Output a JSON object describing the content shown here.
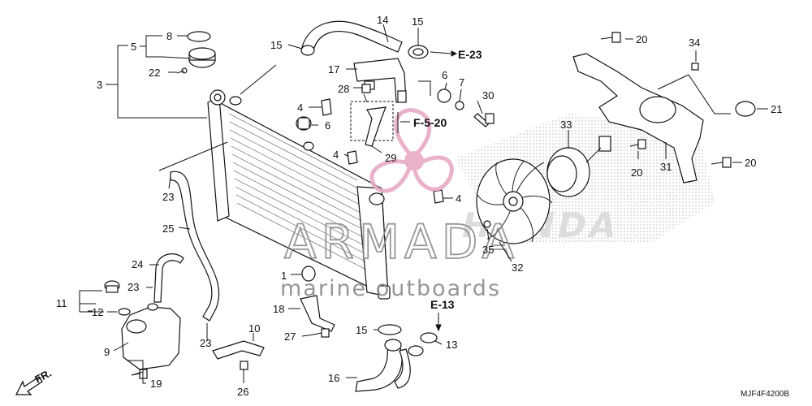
{
  "diagram": {
    "drawing_code": "MJF4F4200B",
    "direction_label": "FR.",
    "part_labels": {
      "p1": "1",
      "p3": "3",
      "p4a": "4",
      "p4b": "4",
      "p4c": "4",
      "p5": "5",
      "p6a": "6",
      "p6b": "6",
      "p7": "7",
      "p8": "8",
      "p9": "9",
      "p10": "10",
      "p11": "11",
      "p12": "12",
      "p13": "13",
      "p14": "14",
      "p15a": "15",
      "p15b": "15",
      "p15c": "15",
      "p16": "16",
      "p17": "17",
      "p18": "18",
      "p19": "19",
      "p20a": "20",
      "p20b": "20",
      "p20c": "20",
      "p21": "21",
      "p22": "22",
      "p23a": "23",
      "p23b": "23",
      "p23c": "23",
      "p24": "24",
      "p25": "25",
      "p26": "26",
      "p27": "27",
      "p28": "28",
      "p29": "29",
      "p30": "30",
      "p31": "31",
      "p32": "32",
      "p33": "33",
      "p34": "34",
      "p35": "35"
    },
    "references": {
      "r1": "E-23",
      "r2": "F-5-20",
      "r3": "E-13"
    },
    "watermark": {
      "brand": "ARMADA",
      "tagline": "marine outboards",
      "background_text": "HONDA"
    },
    "colors": {
      "line": "#111111",
      "watermark_pink": "#e8a9c6",
      "watermark_gray": "#8c8c8c",
      "shadow_gray": "#cccccc"
    }
  }
}
